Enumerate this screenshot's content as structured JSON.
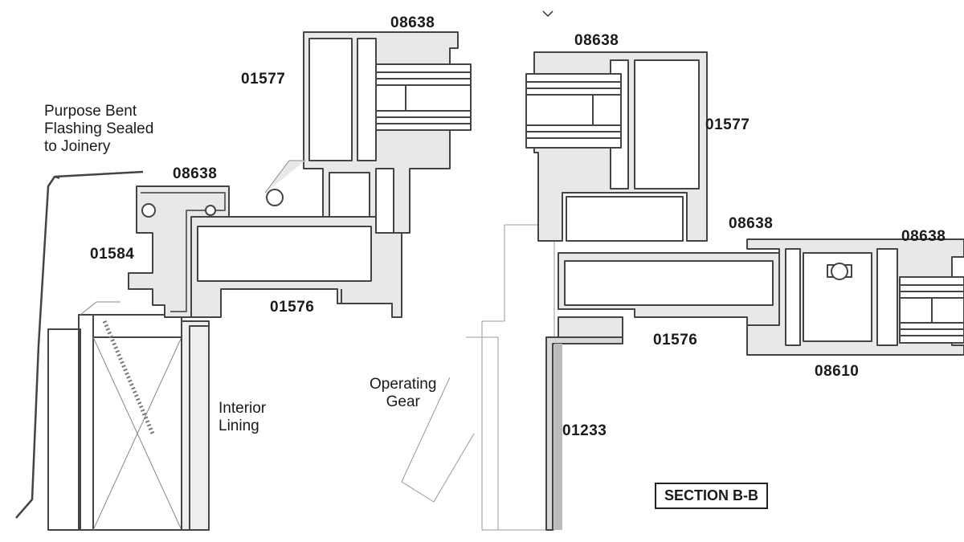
{
  "annotations": {
    "flashing": [
      "Purpose Bent",
      "Flashing Sealed",
      "to Joinery"
    ],
    "interior_lining": [
      "Interior",
      "Lining"
    ],
    "operating_gear": [
      "Operating",
      "Gear"
    ]
  },
  "parts": {
    "p08638_top_left": "08638",
    "p01577_left": "01577",
    "p08638_left_low": "08638",
    "p01584": "01584",
    "p01576_left": "01576",
    "p08638_top_right": "08638",
    "p01577_right": "01577",
    "p08638_mid_right": "08638",
    "p08638_far_right": "08638",
    "p01576_right": "01576",
    "p08610": "08610",
    "p01233": "01233"
  },
  "section_title": "SECTION B-B"
}
